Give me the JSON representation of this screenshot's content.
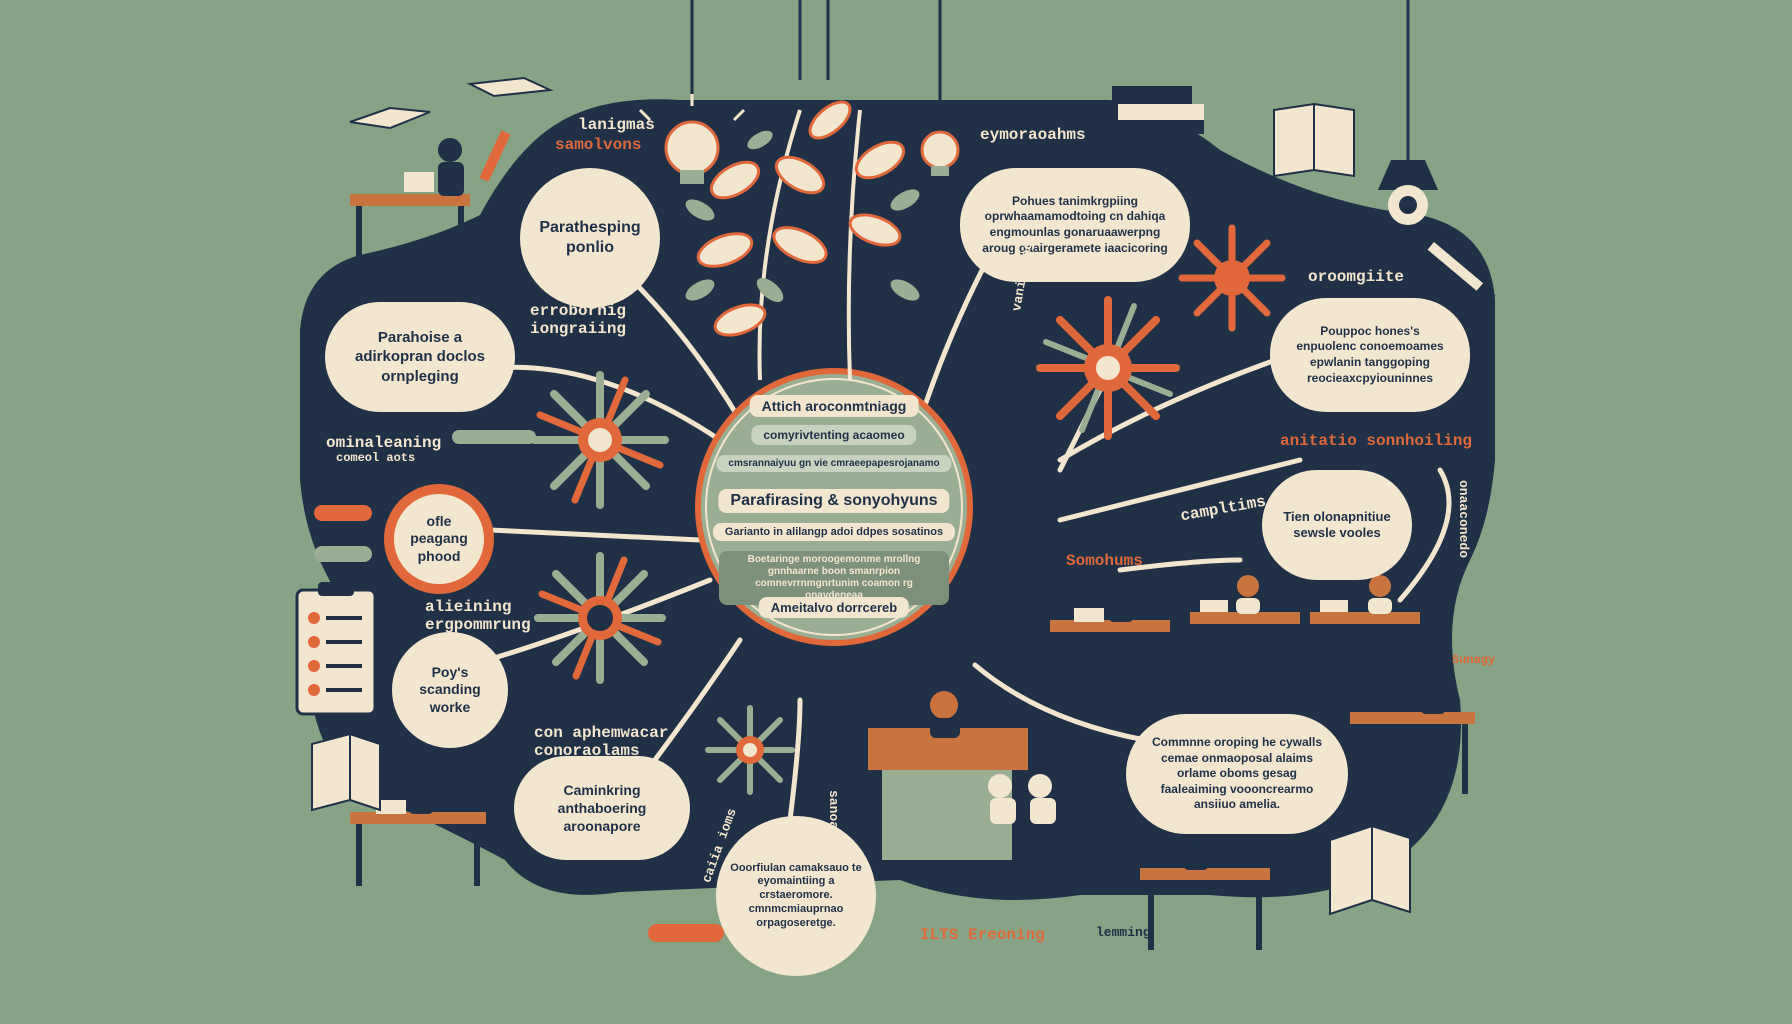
{
  "colors": {
    "background": "#86a386",
    "navy": "#1f3047",
    "cream": "#f3e6cf",
    "orange": "#e0683a",
    "sage": "#9aae93",
    "wood": "#c9743f"
  },
  "center_hub": {
    "items": [
      "Attich aroconmtniagg",
      "comyrivtenting acaomeo",
      "cmsrannaiyuu gn vie cmraeepapesrojanamo",
      "Parafirasing & sonyohyuns",
      "Garianto in alilangp adoi ddpes sosatinos",
      "Boetaringe moroogemonme mrollng gnnhaarne boon smanrpion comnevrrnmgnrtunim coamon rg onavdeneaa",
      "Ameitalvo dorrcereb"
    ]
  },
  "bubbles": {
    "b1": "Parathesping ponlio",
    "b2": "Parahoise a adirkopran doclos ornpleging",
    "b3": "ofle peagang phood",
    "b4": "Poy's scanding worke",
    "b5": "Caminkring anthaboering aroonapore",
    "b6": "Ooorfiulan camaksauo te eyomaintiing a crstaeromore. cmnmcmiauprnao orpagoseretge.",
    "b7": "Pohues tanimkrgpiing oprwhaamamodtoing cn dahiqa engmounlas gonaruaawerpng aroug gaairgeramete iaacicoring",
    "b8": "Pouppoc hones's enpuolenc conoemoames epwlanin tanggoping reocieaxcpyiouninnes",
    "b9": "Tien olonapnitiue sewsle vooles",
    "b10": "Commnne oroping he cywalls cemae onmaoposal alaims orlame oboms gesag faaleaiming voooncrearmo ansiiuo amelia."
  },
  "labels": {
    "l1": "lanigmas",
    "l2": "samolvons",
    "l3": "eymoraoahms",
    "l4": "errobornig iongraiing",
    "l5": "ominaleaning",
    "l6": "comeol aots",
    "l7": "oroomgiite",
    "l8": "anitatio sonnhoiling",
    "l9": "campltims",
    "l10": "Somohums",
    "l11": "alieining ergpommrung",
    "l12": "con aphemwacar conoraolams",
    "l13": "ILTS Ereoning",
    "l14": "lemming",
    "l15": "vanitauogs",
    "l16": "sanoalop",
    "l17": "onaaconedo",
    "l18": "Sunagy",
    "l19": "caiia ioms"
  }
}
